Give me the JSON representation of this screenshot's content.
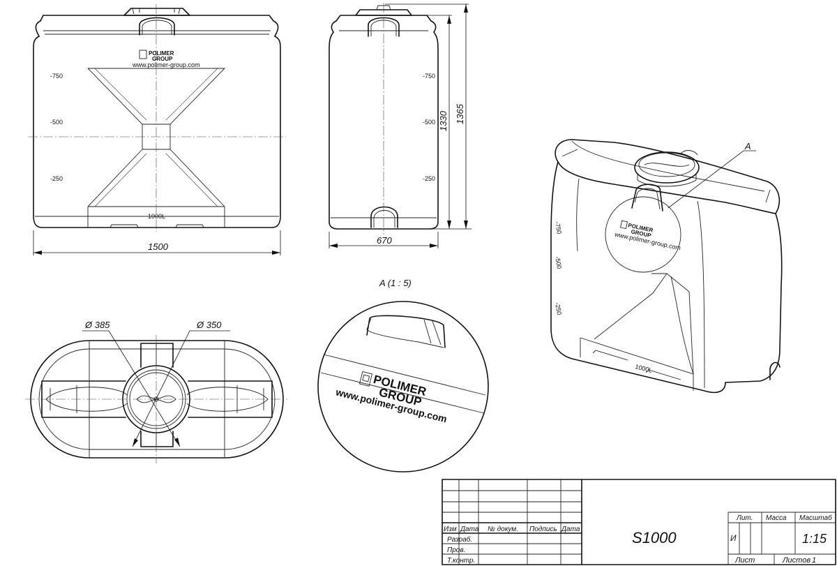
{
  "front_view": {
    "level_marks": [
      "-750",
      "-500",
      "-250"
    ],
    "volume_label": "1000L",
    "logo_line1": "POLIMER",
    "logo_line2": "GROUP",
    "logo_url": "www.polimer-group.com",
    "width_dim": "1500"
  },
  "side_view": {
    "level_marks": [
      "-750",
      "-500",
      "-250"
    ],
    "width_dim": "670",
    "height_dim_inner": "1330",
    "height_dim_outer": "1365"
  },
  "top_view": {
    "diameter_outer": "Ø 385",
    "diameter_inner": "Ø 350"
  },
  "detail": {
    "title": "A (1 : 5)",
    "logo_line1": "POLIMER",
    "logo_line2": "GROUP",
    "logo_url": "www.polimer-group.com"
  },
  "iso_view": {
    "callout": "A",
    "volume_label": "1000L",
    "level_marks": [
      "-750",
      "-500",
      "-250"
    ],
    "logo_line1": "POLIMER",
    "logo_line2": "GROUP",
    "logo_url": "www.polimer-group.com"
  },
  "title_block": {
    "headers": [
      "Изм",
      "Дата",
      "№ докум.",
      "Подпись",
      "Дата"
    ],
    "rows": [
      "Разраб.",
      "Пров.",
      "Т.контр."
    ],
    "designation": "S1000",
    "lit_label": "Лит.",
    "mass_label": "Масса",
    "scale_label": "Масштаб",
    "lit_value": "И",
    "scale_value": "1:15",
    "sheet_label": "Лист",
    "sheets_label": "Листов",
    "sheets_count": "1"
  }
}
